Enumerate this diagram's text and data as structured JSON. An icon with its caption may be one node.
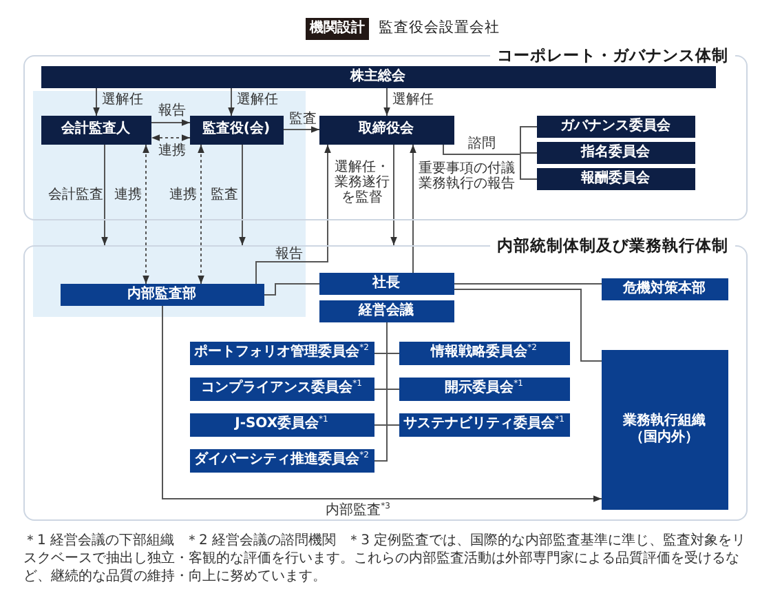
{
  "diagram": {
    "nodes": [
      {
        "text": [
          "機関設計"
        ],
        "beside": [
          "監査役会設置会社"
        ]
      },
      {
        "text": [
          "コーポレート・ガバナンス体制"
        ]
      },
      {
        "text": [
          "株主総会"
        ],
        "in": 1
      },
      {
        "text": [
          "会計監査人"
        ],
        "in": 1
      },
      {
        "text": [
          "監査役(会)"
        ],
        "in": 1
      },
      {
        "text": [
          "取締役会"
        ],
        "in": 1
      },
      {
        "text": [
          "ガバナンス委員会"
        ],
        "in": 1
      },
      {
        "text": [
          "指名委員会"
        ],
        "in": 1
      },
      {
        "text": [
          "報酬委員会"
        ],
        "in": 1
      },
      {
        "text": [
          "内部統制体制及び業務執行体制"
        ]
      },
      {
        "text": [
          "内部監査部"
        ],
        "in": 9
      },
      {
        "text": [
          "社長"
        ],
        "in": 9
      },
      {
        "text": [
          "経営会議"
        ],
        "in": 9
      },
      {
        "text": [
          "危機対策本部"
        ],
        "in": 9
      },
      {
        "text": [
          "ポートフォリオ管理委員会$^{*2}$"
        ],
        "in": 9
      },
      {
        "text": [
          "情報戦略委員会$^{*2}$"
        ],
        "in": 9
      },
      {
        "text": [
          "コンプライアンス委員会$^{*1}$"
        ],
        "in": 9
      },
      {
        "text": [
          "開示委員会$^{*1}$"
        ],
        "in": 9
      },
      {
        "text": [
          "J-SOX委員会$^{*1}$"
        ],
        "in": 9
      },
      {
        "text": [
          "サステナビリティ委員会$^{*1}$"
        ],
        "in": 9
      },
      {
        "text": [
          "ダイバーシティ推進委員会$^{*2}$"
        ],
        "in": 9
      },
      {
        "text": [
          "業務執行組織（国内外）"
        ],
        "in": 9
      }
    ],
    "edges": [
      {
        "from": 2,
        "to": 3,
        "arrow": "to",
        "label": "選解任"
      },
      {
        "from": 2,
        "to": 4,
        "arrow": "to",
        "label": "選解任"
      },
      {
        "from": 2,
        "to": 5,
        "arrow": "to",
        "label": "選解任"
      },
      {
        "from": 3,
        "to": 4,
        "arrow": "to",
        "label": "報告"
      },
      {
        "from": 4,
        "to": 3,
        "arrow": "both",
        "label": "連携",
        "style": "dashed"
      },
      {
        "from": 4,
        "to": 5,
        "arrow": "to",
        "label": "監査"
      },
      {
        "from": 5,
        "to": 6,
        "arrow": "none",
        "label": "諮問"
      },
      {
        "from": 5,
        "to": 7,
        "arrow": "none"
      },
      {
        "from": 5,
        "to": 8,
        "arrow": "none"
      },
      {
        "from": 3,
        "to": 9,
        "arrow": "to",
        "label": "会計監査"
      },
      {
        "from": 10,
        "to": 3,
        "arrow": "both",
        "label": "連携",
        "style": "dashed"
      },
      {
        "from": 10,
        "to": 4,
        "arrow": "both",
        "label": "連携",
        "style": "dashed"
      },
      {
        "from": 4,
        "to": 9,
        "arrow": "to",
        "label": "監査"
      },
      {
        "from": 5,
        "to": 9,
        "arrow": "to",
        "label": "選解任・業務遂行を監督"
      },
      {
        "from": 11,
        "to": 5,
        "arrow": "to",
        "label": "重要事項の付議業務執行の報告"
      },
      {
        "from": 10,
        "to": 5,
        "arrow": "to",
        "label": "報告"
      },
      {
        "from": 11,
        "to": 10,
        "arrow": "none"
      },
      {
        "from": 11,
        "to": 13,
        "arrow": "none"
      },
      {
        "from": 11,
        "to": 21,
        "arrow": "none"
      },
      {
        "from": 12,
        "to": 14,
        "arrow": "none"
      },
      {
        "from": 12,
        "to": 15,
        "arrow": "none"
      },
      {
        "from": 12,
        "to": 16,
        "arrow": "none"
      },
      {
        "from": 12,
        "to": 17,
        "arrow": "none"
      },
      {
        "from": 12,
        "to": 18,
        "arrow": "none"
      },
      {
        "from": 12,
        "to": 19,
        "arrow": "none"
      },
      {
        "from": 12,
        "to": 20,
        "arrow": "none"
      },
      {
        "from": 10,
        "to": 21,
        "arrow": "to",
        "label": "内部監査$^{*3}$"
      }
    ],
    "labels": [
      "＊1 経営会議の下部組織",
      "＊2 経営会議の諮問機関",
      "＊3 定例監査では、国際的な内部監査基準に準じ、監査対象をリスクベースで抽出し独立・客観的な評価を行います。これらの内部監査活動は外部専門家による品質評価を受けるなど、継続的な品質の維持・向上に努めています。"
    ]
  }
}
